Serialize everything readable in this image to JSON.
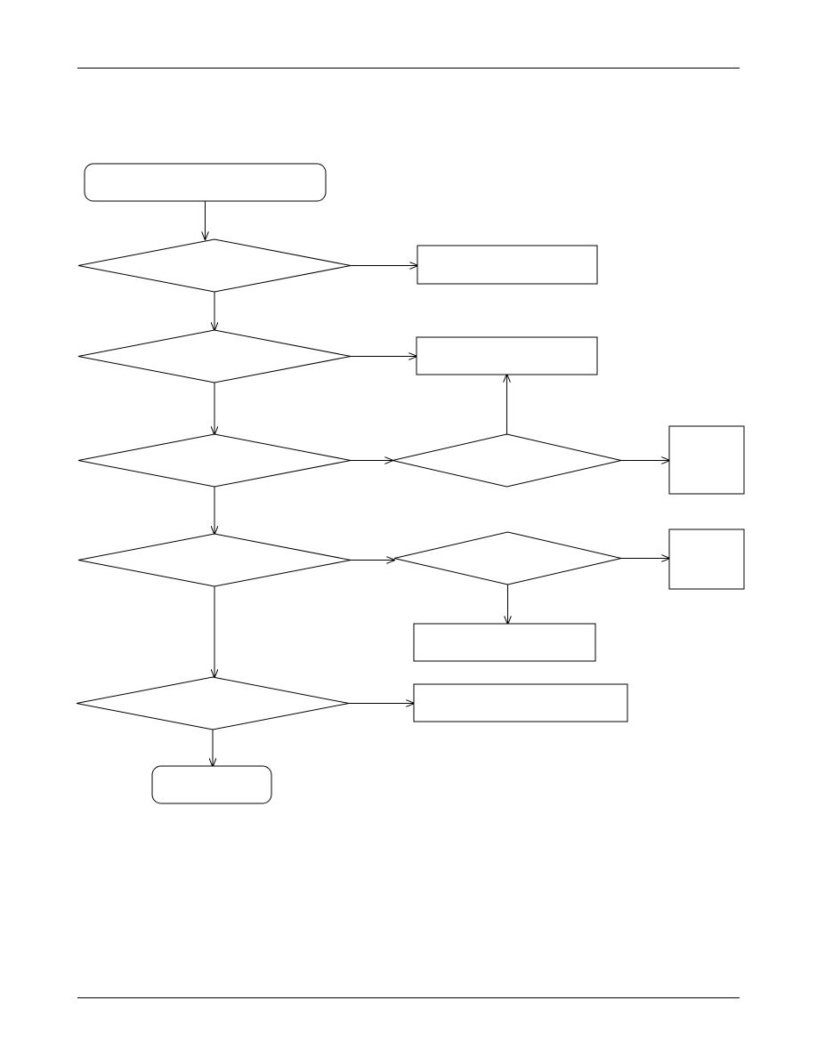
{
  "page": {
    "background": "#ffffff",
    "line_color": "#000000",
    "header_rule": true,
    "footer_rule": true
  },
  "flowchart": {
    "nodes": [
      {
        "id": "start",
        "shape": "rounded-rect",
        "label": ""
      },
      {
        "id": "decision-1",
        "shape": "diamond",
        "label": ""
      },
      {
        "id": "action-1",
        "shape": "rect",
        "label": ""
      },
      {
        "id": "decision-2",
        "shape": "diamond",
        "label": ""
      },
      {
        "id": "action-2",
        "shape": "rect",
        "label": ""
      },
      {
        "id": "decision-3",
        "shape": "diamond",
        "label": ""
      },
      {
        "id": "decision-3b",
        "shape": "diamond",
        "label": ""
      },
      {
        "id": "action-3",
        "shape": "rect",
        "label": ""
      },
      {
        "id": "decision-4",
        "shape": "diamond",
        "label": ""
      },
      {
        "id": "decision-4b",
        "shape": "diamond",
        "label": ""
      },
      {
        "id": "action-4",
        "shape": "rect",
        "label": ""
      },
      {
        "id": "action-4b",
        "shape": "rect",
        "label": ""
      },
      {
        "id": "decision-5",
        "shape": "diamond",
        "label": ""
      },
      {
        "id": "action-5",
        "shape": "rect",
        "label": ""
      },
      {
        "id": "end",
        "shape": "rounded-rect",
        "label": ""
      }
    ],
    "edges": [
      {
        "from": "start",
        "to": "decision-1"
      },
      {
        "from": "decision-1",
        "to": "action-1"
      },
      {
        "from": "decision-1",
        "to": "decision-2"
      },
      {
        "from": "decision-2",
        "to": "action-2"
      },
      {
        "from": "decision-2",
        "to": "decision-3"
      },
      {
        "from": "decision-3",
        "to": "decision-3b"
      },
      {
        "from": "decision-3b",
        "to": "action-2"
      },
      {
        "from": "decision-3b",
        "to": "action-3"
      },
      {
        "from": "decision-3",
        "to": "decision-4"
      },
      {
        "from": "decision-4",
        "to": "decision-4b"
      },
      {
        "from": "decision-4b",
        "to": "action-4"
      },
      {
        "from": "decision-4b",
        "to": "action-4b"
      },
      {
        "from": "decision-4",
        "to": "decision-5"
      },
      {
        "from": "decision-5",
        "to": "action-5"
      },
      {
        "from": "decision-5",
        "to": "end"
      }
    ]
  }
}
